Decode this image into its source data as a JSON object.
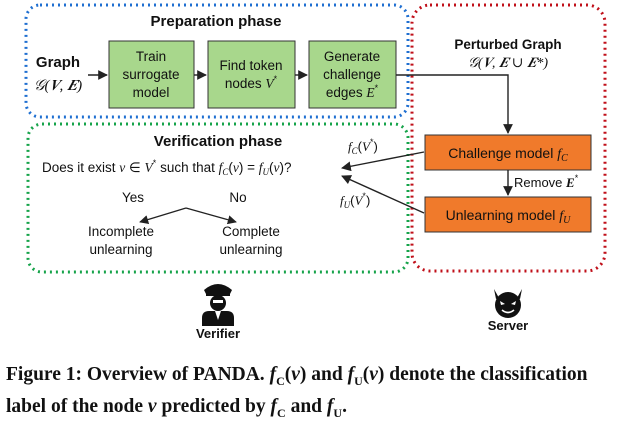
{
  "preparation": {
    "title": "Preparation phase",
    "graph_label": "Graph",
    "graph_formula": "𝒢(𝑽, 𝑬)",
    "boxes": [
      "Train surrogate model",
      "Find token nodes V*",
      "Generate challenge edges E*"
    ]
  },
  "perturbed": {
    "title": "Perturbed Graph",
    "formula": "𝒢(𝑽, 𝑬 ∪ 𝑬*)"
  },
  "verification": {
    "title": "Verification phase",
    "question": "Does it exist v ∈ V* such that f_C(v) = f_U(v)?",
    "yes": "Yes",
    "no": "No",
    "incomplete": "Incomplete unlearning",
    "complete": "Complete unlearning"
  },
  "server": {
    "challenge_model": "Challenge model f_C",
    "unlearning_model": "Unlearning model f_U",
    "remove_label": "Remove E*",
    "fc_label": "f_C(V*)",
    "fu_label": "f_U(V*)"
  },
  "actors": {
    "verifier": "Verifier",
    "server": "Server"
  },
  "caption": {
    "label": "Figure 1:",
    "text": "Overview of PANDA. f_C(v) and f_U(v) denote the classification label of the node v predicted by f_C and f_U."
  },
  "colors": {
    "blue_dotted": "#1f6fd1",
    "red_dotted": "#c0101a",
    "green_dotted": "#16a34a",
    "green_box": "#a8d78c",
    "orange_box": "#f07a2b",
    "arrow": "#222222"
  },
  "icons": {
    "verifier": "police-officer-icon",
    "server": "devil-face-icon"
  }
}
